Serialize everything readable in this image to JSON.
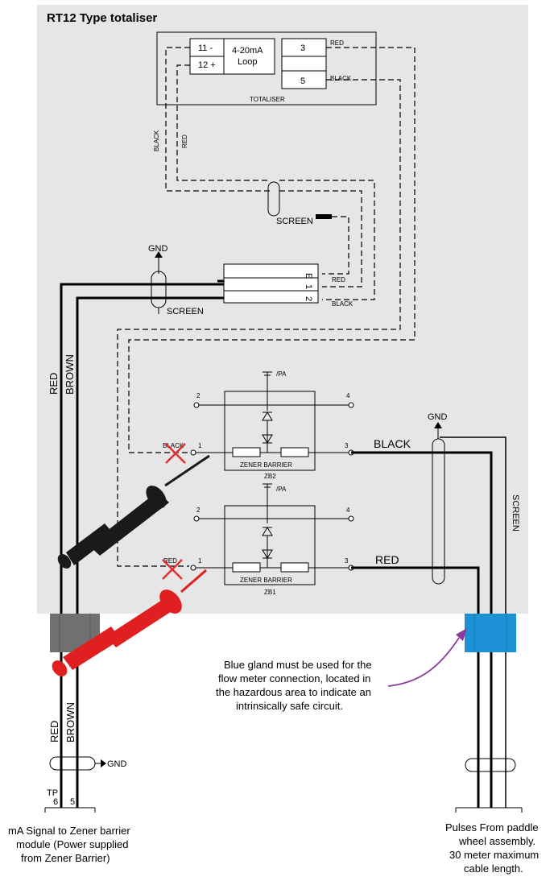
{
  "title": "RT12 Type totaliser",
  "totaliser": {
    "caption": "TOTALISER",
    "terminal_11": "11 -",
    "terminal_12": "12 +",
    "loop_line1": "4-20mA",
    "loop_line2": "Loop",
    "terminal_3": "3",
    "terminal_5": "5",
    "wire_red": "RED",
    "wire_black": "BLACK"
  },
  "cable_labels": {
    "vertical_black": "BLACK",
    "vertical_red": "RED",
    "screen_upper": "SCREEN",
    "screen_mid": "SCREEN",
    "gnd_mid": "GND",
    "gnd_right": "GND",
    "gnd_bottom": "GND",
    "screen_right": "SCREEN"
  },
  "terminal_block": {
    "label_e": "E",
    "label_1": "1",
    "label_2": "2",
    "wire_red": "RED",
    "wire_black": "BLACK"
  },
  "left_cable": {
    "red": "RED",
    "brown": "BROWN",
    "red_lower": "RED",
    "brown_lower": "BROWN",
    "tp": "TP",
    "pin_6": "6",
    "pin_5": "5"
  },
  "zener_zb2": {
    "pa": "/PA",
    "pin_2": "2",
    "pin_4": "4",
    "pin_1": "1",
    "pin_3": "3",
    "in_label": "BLACK",
    "out_label": "BLACK",
    "name": "ZENER BARRIER",
    "id": "ZB2"
  },
  "zener_zb1": {
    "pa": "/PA",
    "pin_2": "2",
    "pin_4": "4",
    "pin_1": "1",
    "pin_3": "3",
    "in_label": "RED",
    "out_label": "RED",
    "name": "ZENER BARRIER",
    "id": "ZB1"
  },
  "annotation": {
    "line1": "Blue gland must be used for the",
    "line2": "flow meter connection, located in",
    "line3": "the hazardous area to indicate an",
    "line4": "intrinsically safe circuit."
  },
  "captions": {
    "left_line1": "mA Signal to Zener barrier",
    "left_line2": "module (Power supplied",
    "left_line3": "from Zener Barrier)",
    "right_line1": "Pulses From paddle",
    "right_line2": "wheel assembly.",
    "right_line3": "30 meter maximum",
    "right_line4": "cable length."
  },
  "colors": {
    "panel_bg": "#e6e6e6",
    "gland_grey": "#707070",
    "gland_blue": "#1e90d6",
    "probe_red": "#e02020",
    "probe_black": "#1a1a1a",
    "arrow_purple": "#8a3a9a",
    "cross_red": "#e03030"
  }
}
